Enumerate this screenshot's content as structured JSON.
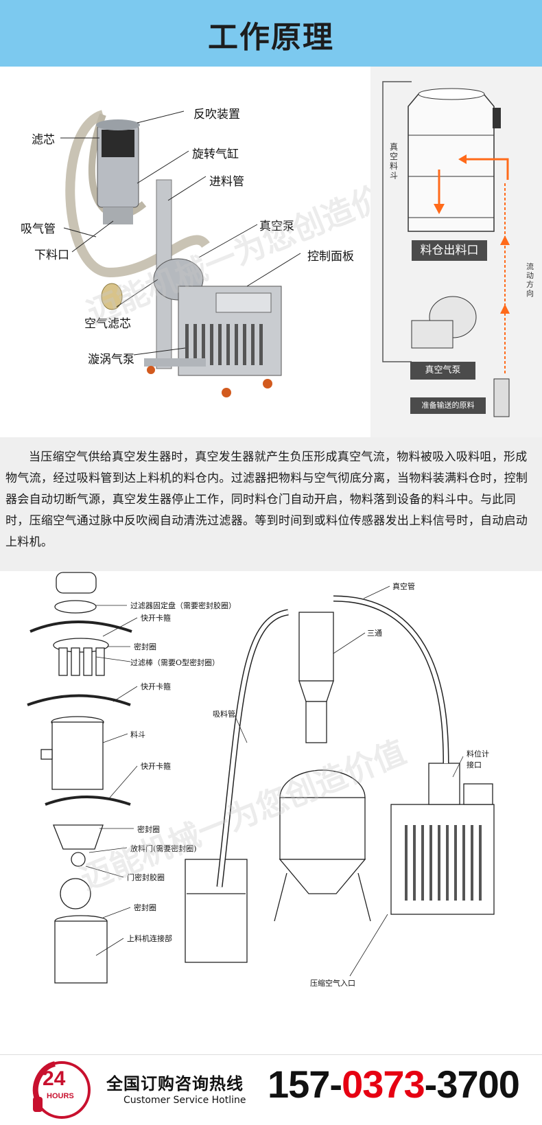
{
  "header": {
    "title": "工作原理"
  },
  "diagram1": {
    "callouts": [
      "反吹装置",
      "滤芯",
      "旋转气缸",
      "进料管",
      "吸气管",
      "真空泵",
      "下料口",
      "控制面板",
      "空气滤芯",
      "漩涡气泵"
    ],
    "watermark": "迈能机械一为您创造价值"
  },
  "diagram2": {
    "vertical_label1": "真空料斗",
    "bin_label": "料仓出料口",
    "flow_label": "流动方向",
    "pump_label": "真空气泵",
    "material_label": "准备输送的原料",
    "colors": {
      "arrow": "#ff6a1a",
      "bin_label_bg": "#4b4b4b"
    }
  },
  "description": "当压缩空气供给真空发生器时，真空发生器就产生负压形成真空气流，物料被吸入吸料咀，形成物气流，经过吸料管到达上料机的料仓内。过滤器把物料与空气彻底分离，当物料装满料仓时，控制器会自动切断气源，真空发生器停止工作，同时料仓门自动开启，物料落到设备的料斗中。与此同时，压缩空气通过脉中反吹阀自动清洗过滤器。等到时间到或料位传感器发出上料信号时，自动启动上料机。",
  "exploded": {
    "labels": [
      "过滤器固定盘（需要密封胶圈）",
      "快开卡箍",
      "密封圈",
      "过滤棒（需要O型密封圈）",
      "快开卡箍",
      "料斗",
      "快开卡箍",
      "密封圈",
      "放料门(需要密封圈)",
      "门密封胶圈",
      "密封圈",
      "上料机连接部"
    ]
  },
  "assembly": {
    "labels": [
      "真空管",
      "三通",
      "吸料管",
      "料位计",
      "接口",
      "压缩空气入口"
    ],
    "watermark": "迈能机械一为您创造价值"
  },
  "footer": {
    "badge_number": "24",
    "badge_text": "HOURS",
    "hotline_cn": "全国订购咨询热线",
    "hotline_en": "Customer Service Hotline",
    "phone_part1": "157-",
    "phone_part2": "0373",
    "phone_part3": "-3700",
    "colors": {
      "red": "#e60012"
    }
  }
}
